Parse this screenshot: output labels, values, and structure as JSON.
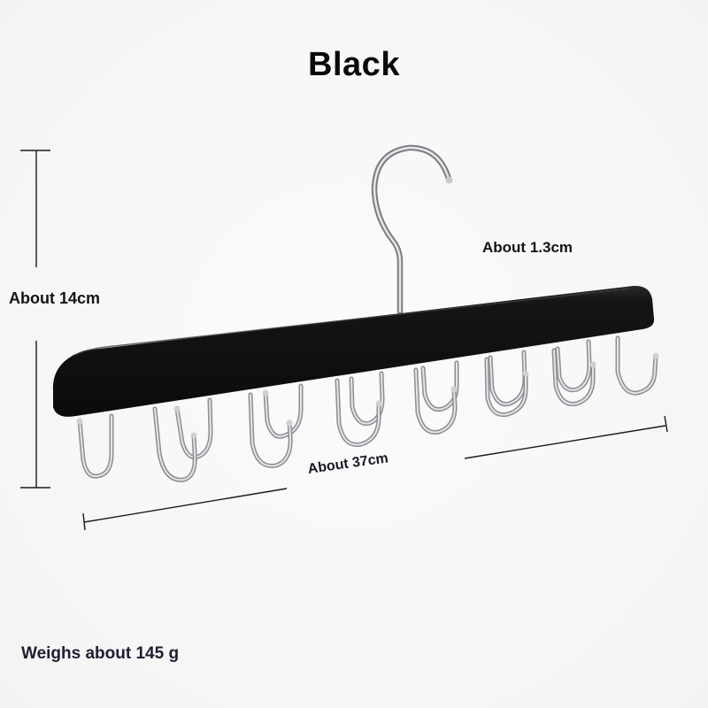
{
  "product": {
    "color_variant": "Black",
    "colors": {
      "background": "#f8f8f8",
      "hanger_body": "#111111",
      "metal": "#c8c8cc",
      "annotation_line": "#1a1a1a",
      "text": "#141414"
    },
    "hook_count": 8
  },
  "annotations": {
    "height": "About 14cm",
    "thickness": "About 1.3cm",
    "length": "About 37cm",
    "weight": "Weighs about 145 g"
  }
}
